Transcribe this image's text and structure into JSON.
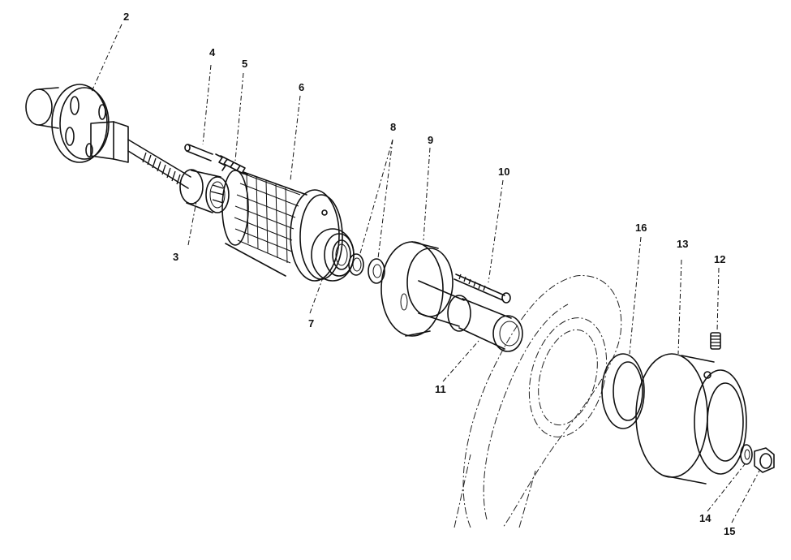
{
  "callouts": [
    {
      "id": "2",
      "label": "2"
    },
    {
      "id": "3",
      "label": "3"
    },
    {
      "id": "4",
      "label": "4"
    },
    {
      "id": "5",
      "label": "5"
    },
    {
      "id": "6",
      "label": "6"
    },
    {
      "id": "7",
      "label": "7"
    },
    {
      "id": "8",
      "label": "8"
    },
    {
      "id": "9",
      "label": "9"
    },
    {
      "id": "10",
      "label": "10"
    },
    {
      "id": "11",
      "label": "11"
    },
    {
      "id": "12",
      "label": "12"
    },
    {
      "id": "13",
      "label": "13"
    },
    {
      "id": "14",
      "label": "14"
    },
    {
      "id": "15",
      "label": "15"
    },
    {
      "id": "16",
      "label": "16"
    }
  ],
  "colors": {
    "ink": "#111111",
    "background": "#ffffff"
  }
}
